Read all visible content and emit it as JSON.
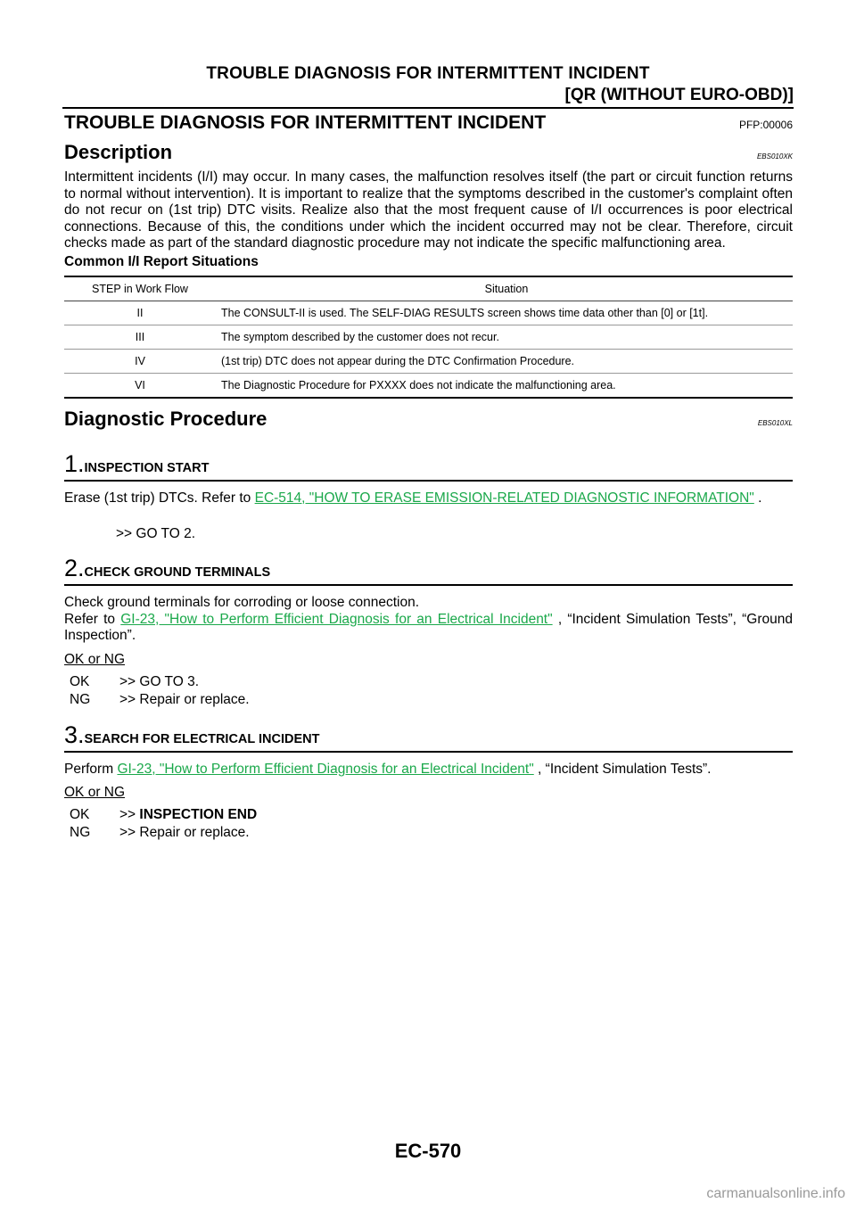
{
  "header": {
    "title": "TROUBLE DIAGNOSIS FOR INTERMITTENT INCIDENT",
    "subtitle": "[QR (WITHOUT EURO-OBD)]"
  },
  "section": {
    "title": "TROUBLE DIAGNOSIS FOR INTERMITTENT INCIDENT",
    "pfp": "PFP:00006"
  },
  "description": {
    "heading": "Description",
    "code": "EBS010XK",
    "text": "Intermittent incidents (I/I) may occur. In many cases, the malfunction resolves itself (the part or circuit function returns to normal without intervention). It is important to realize that the symptoms described in the customer's complaint often do not recur on (1st trip) DTC visits. Realize also that the most frequent cause of I/I occurrences is poor electrical connections. Because of this, the conditions under which the incident occurred may not be clear. Therefore, circuit checks made as part of the standard diagnostic procedure may not indicate the specific malfunctioning area.",
    "subheading": "Common I/I Report Situations"
  },
  "table": {
    "headers": [
      "STEP in Work Flow",
      "Situation"
    ],
    "rows": [
      [
        "II",
        "The CONSULT-II is used. The SELF-DIAG RESULTS screen shows time data other than [0] or [1t]."
      ],
      [
        "III",
        "The symptom described by the customer does not recur."
      ],
      [
        "IV",
        "(1st trip) DTC does not appear during the DTC Confirmation Procedure."
      ],
      [
        "VI",
        "The Diagnostic Procedure for PXXXX does not indicate the malfunctioning area."
      ]
    ]
  },
  "procedure": {
    "heading": "Diagnostic Procedure",
    "code": "EBS010XL",
    "step1": {
      "num": "1.",
      "title": "INSPECTION START",
      "text_before": "Erase (1st trip) DTCs. Refer to ",
      "link": "EC-514, \"HOW TO ERASE EMISSION-RELATED DIAGNOSTIC INFORMATION\"",
      "text_after": " .",
      "goto": ">> GO TO 2."
    },
    "step2": {
      "num": "2.",
      "title": "CHECK GROUND TERMINALS",
      "line1": "Check ground terminals for corroding or loose connection.",
      "text_before": "Refer to ",
      "link": "GI-23, \"How to Perform Efficient Diagnosis for an Electrical Incident\"",
      "text_after": " , “Incident Simulation Tests”, “Ground Inspection”.",
      "okng": "OK or NG",
      "ok_label": "OK",
      "ok_text": ">> GO TO 3.",
      "ng_label": "NG",
      "ng_text": ">> Repair or replace."
    },
    "step3": {
      "num": "3.",
      "title": "SEARCH FOR ELECTRICAL INCIDENT",
      "text_before": "Perform ",
      "link": "GI-23, \"How to Perform Efficient Diagnosis for an Electrical Incident\"",
      "text_after": " , “Incident Simulation Tests”.",
      "okng": "OK or NG",
      "ok_label": "OK",
      "ok_prefix": ">> ",
      "ok_text": "INSPECTION END",
      "ng_label": "NG",
      "ng_text": ">> Repair or replace."
    }
  },
  "footer": {
    "page": "EC-570",
    "watermark": "carmanualsonline.info"
  }
}
